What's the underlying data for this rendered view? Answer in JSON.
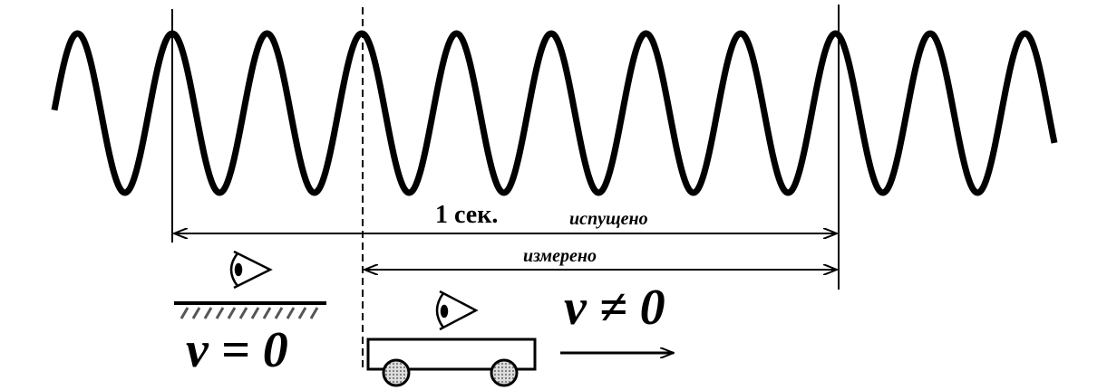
{
  "labels": {
    "duration": "1 сек.",
    "emitted": "испущено",
    "measured": "измерено",
    "rest_velocity": "v = 0",
    "moving_velocity": "v ≠ 0"
  },
  "wave": {
    "cycles_visible": 10.5
  },
  "colors": {
    "ink": "#000000",
    "wheel": "#aaaaaa"
  }
}
